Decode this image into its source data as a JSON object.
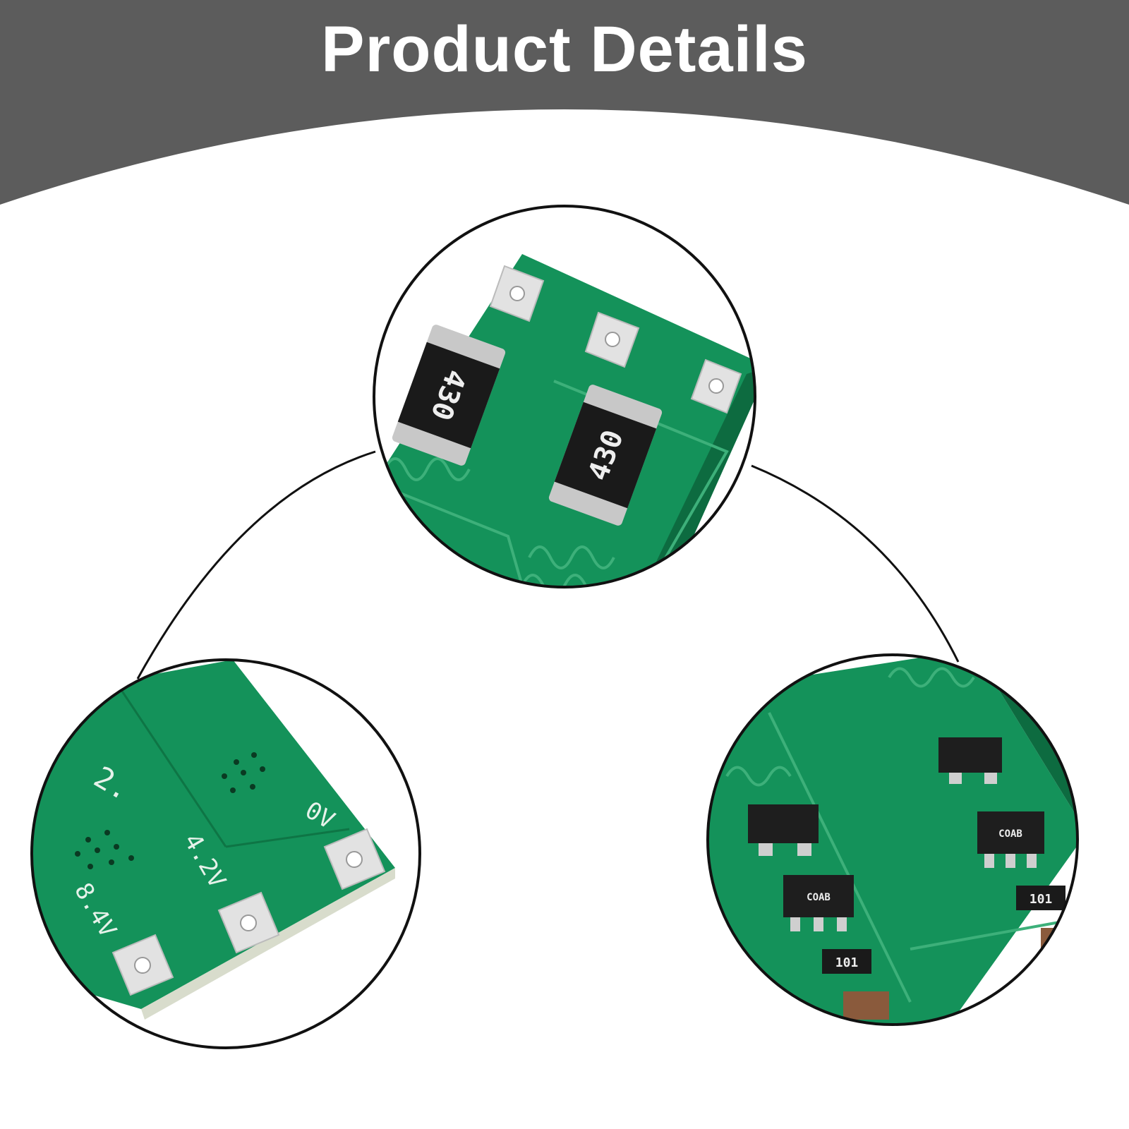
{
  "header": {
    "title": "Product Details",
    "background_color": "#5c5c5c",
    "title_color": "#ffffff"
  },
  "board": {
    "pcb_color": "#14925a",
    "trace_color": "#3db07a"
  },
  "detail_top": {
    "resistor_markings": [
      "430",
      "430"
    ]
  },
  "detail_left": {
    "silkscreen_labels": [
      "2.",
      "0V",
      "4.2V",
      "8.4V"
    ]
  },
  "detail_right": {
    "component_markings": [
      "101",
      "101",
      "COAB",
      "COAB"
    ]
  }
}
